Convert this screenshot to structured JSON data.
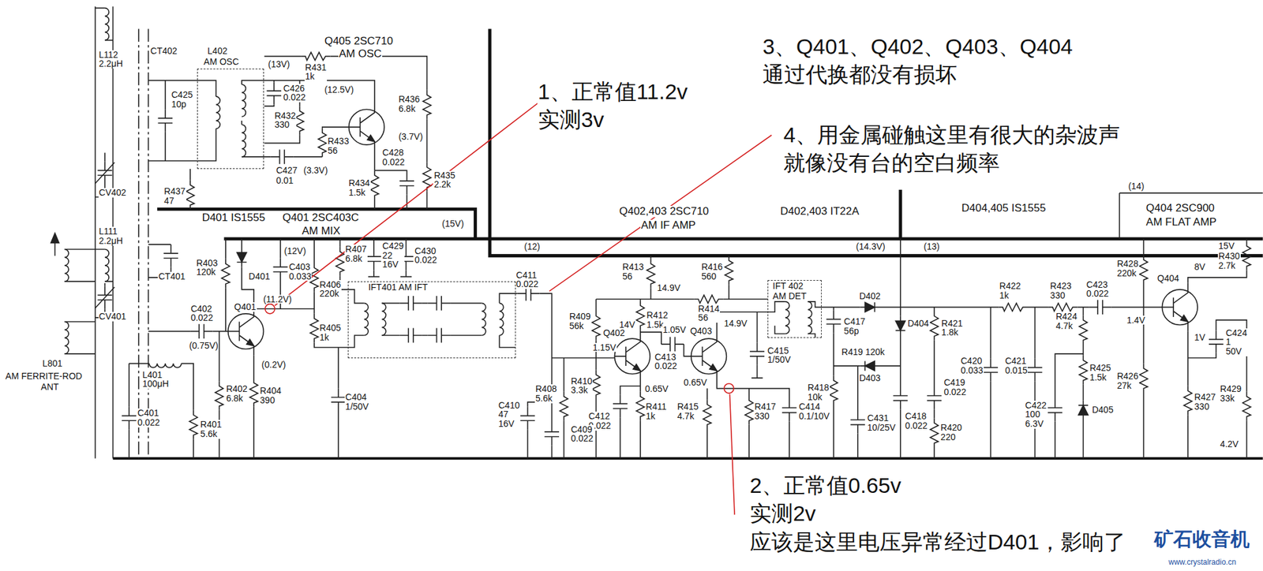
{
  "diagram": {
    "nodes": [
      {
        "text": [
          "L402",
          "AM OSC"
        ]
      },
      {
        "text": [
          "IFT401 AM IFT"
        ]
      },
      {
        "text": [
          "IFT 402",
          "AM DET"
        ]
      }
    ],
    "labels": [
      "1、正常值11.2v 实测3v",
      "3、Q401、Q402、Q403、Q404 通过代换都没有损坏",
      "4、用金属碰触这里有很大的杂波声 就像没有台的空白频率",
      "2、正常值0.65v 实测2v 应该是这里电压异常经过D401，影响了",
      "矿石收音机",
      "www.crystalradio.cn",
      "Q405 2SC710",
      "AM OSC",
      "(13V)",
      "R431 1k",
      "C426 0.022",
      "(12.5V)",
      "R432 330",
      "R433 56",
      "C427",
      "(3.3V)",
      "0.01",
      "R434 1.5k",
      "C428 0.022",
      "(3.7V)",
      "R436 6.8k",
      "R435 2.2k",
      "R437 47",
      "C425 10p",
      "CT402",
      "L112 2.2μH",
      "CV402",
      "L111 2.2μH",
      "CV401",
      "CT401",
      "L801",
      "AM FERRITE-ROD",
      "ANT",
      "D401 IS1555",
      "Q401 2SC403C",
      "AM MIX",
      "(15V)",
      "R403 120k",
      "D401",
      "(12V)",
      "C403 0.033",
      "R407 6.8k",
      "C429 22 16V",
      "C430 0.022",
      "R406 220k",
      "(11.2V)",
      "R405 1k",
      "C402 0.022",
      "Q401",
      "(0.75V)",
      "(0.2V)",
      "R402 6.8k",
      "R404 390",
      "L401 100μH",
      "C401 0.022",
      "R401 5.6k",
      "C404 1/50V",
      "C411 0.022",
      "Q402,403 2SC710",
      "AM IF AMP",
      "D402,403 IT22A",
      "D404,405 IS1555",
      "Q404 2SC900",
      "AM FLAT AMP",
      "(14)",
      "(14.3V)",
      "(13)",
      "(12)",
      "R413 56",
      "14.9V",
      "R416 560",
      "R409 56k",
      "R412 1.5k",
      "14V",
      "R414 56",
      "14.9V",
      "1.05V",
      "Q402",
      "Q403",
      "1.15V",
      "C413 0.022",
      "C415 1/50V",
      "R410 3.3k",
      "0.65V",
      "0.65V",
      "R408 5.6k",
      "C410 47 16V",
      "C412 0.022",
      "R411 1k",
      "R415 4.7k",
      "R417 330",
      "C414 0.1/10V",
      "C409 0.022",
      "C417 56p",
      "D402",
      "D404",
      "R421 1.8k",
      "R419 120k",
      "D403",
      "R418 10k",
      "C431 10/25V",
      "C418 0.022",
      "C419 0.022",
      "R420 220",
      "R422 1k",
      "R423 330",
      "C423 0.022",
      "R428 220k",
      "8V",
      "Q404",
      "15V",
      "R430 2.7k",
      "R424 4.7k",
      "1.4V",
      "1V",
      "C424 1 50V",
      "C420 0.033",
      "C421 0.015",
      "R425 1.5k",
      "R426 27k",
      "R427 330",
      "C422 100 6.3V",
      "D405",
      "R429 33k",
      "4.2V"
    ]
  }
}
